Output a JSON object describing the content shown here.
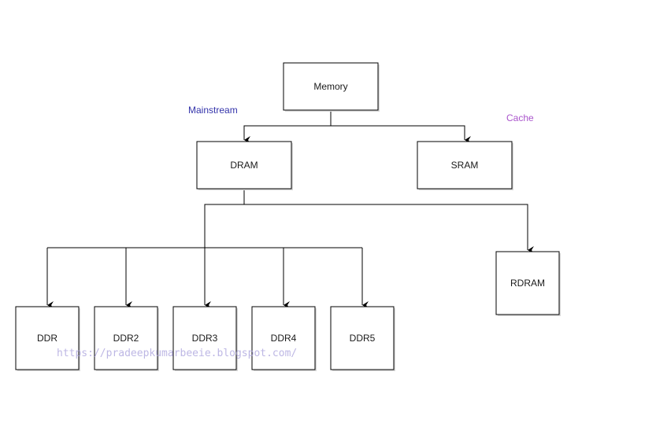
{
  "diagram": {
    "nodes": {
      "memory": "Memory",
      "dram": "DRAM",
      "sram": "SRAM",
      "rdram": "RDRAM",
      "ddr": "DDR",
      "ddr2": "DDR2",
      "ddr3": "DDR3",
      "ddr4": "DDR4",
      "ddr5": "DDR5"
    },
    "edges": [
      {
        "from": "Memory",
        "to": "DRAM"
      },
      {
        "from": "Memory",
        "to": "SRAM"
      },
      {
        "from": "DRAM",
        "to": "RDRAM"
      },
      {
        "from": "DRAM",
        "to": "DDR"
      },
      {
        "from": "DRAM",
        "to": "DDR2"
      },
      {
        "from": "DRAM",
        "to": "DDR3"
      },
      {
        "from": "DRAM",
        "to": "DDR4"
      },
      {
        "from": "DRAM",
        "to": "DDR5"
      }
    ],
    "annotations": {
      "mainstream": "Mainstream",
      "cache": "Cache"
    },
    "watermark": "https://pradeepkumarbeeie.blogspot.com/"
  },
  "colors": {
    "mainstream_text": "#3333aa",
    "cache_text": "#aa55cc",
    "watermark_text": "#a8a0dc",
    "box_border": "#000000",
    "box_shadow": "#d9d9d9"
  }
}
